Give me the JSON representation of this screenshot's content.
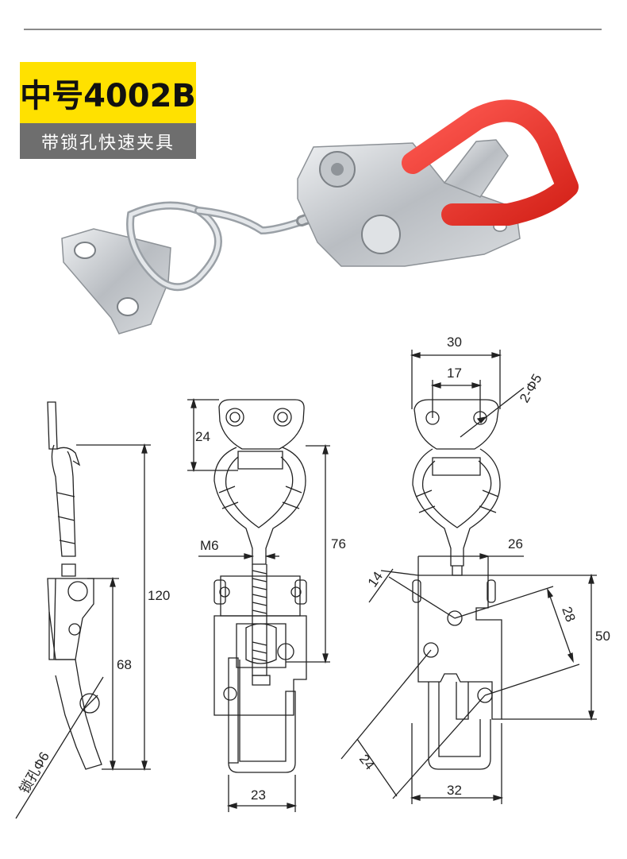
{
  "header": {
    "model": "中号4002B",
    "subtitle": "带锁孔快速夹具"
  },
  "colors": {
    "badge_yellow": "#ffe100",
    "badge_grey": "#6e6e6e",
    "handle_red": "#e8322b",
    "steel": "#c9ccd0",
    "line": "#222222"
  },
  "side_view": {
    "dim_total": "120",
    "dim_lower": "68",
    "lock_hole": "锁孔Φ6"
  },
  "front_view": {
    "dim_top": "24",
    "dim_thread": "M6",
    "dim_height": "76",
    "dim_width": "23"
  },
  "rear_view": {
    "dim_width_top": "30",
    "dim_hole_spacing": "17",
    "dim_holes": "2-Φ5",
    "dim_base_width": "26",
    "dim_14": "14",
    "dim_28": "28",
    "dim_50": "50",
    "dim_24": "24",
    "dim_32": "32"
  }
}
